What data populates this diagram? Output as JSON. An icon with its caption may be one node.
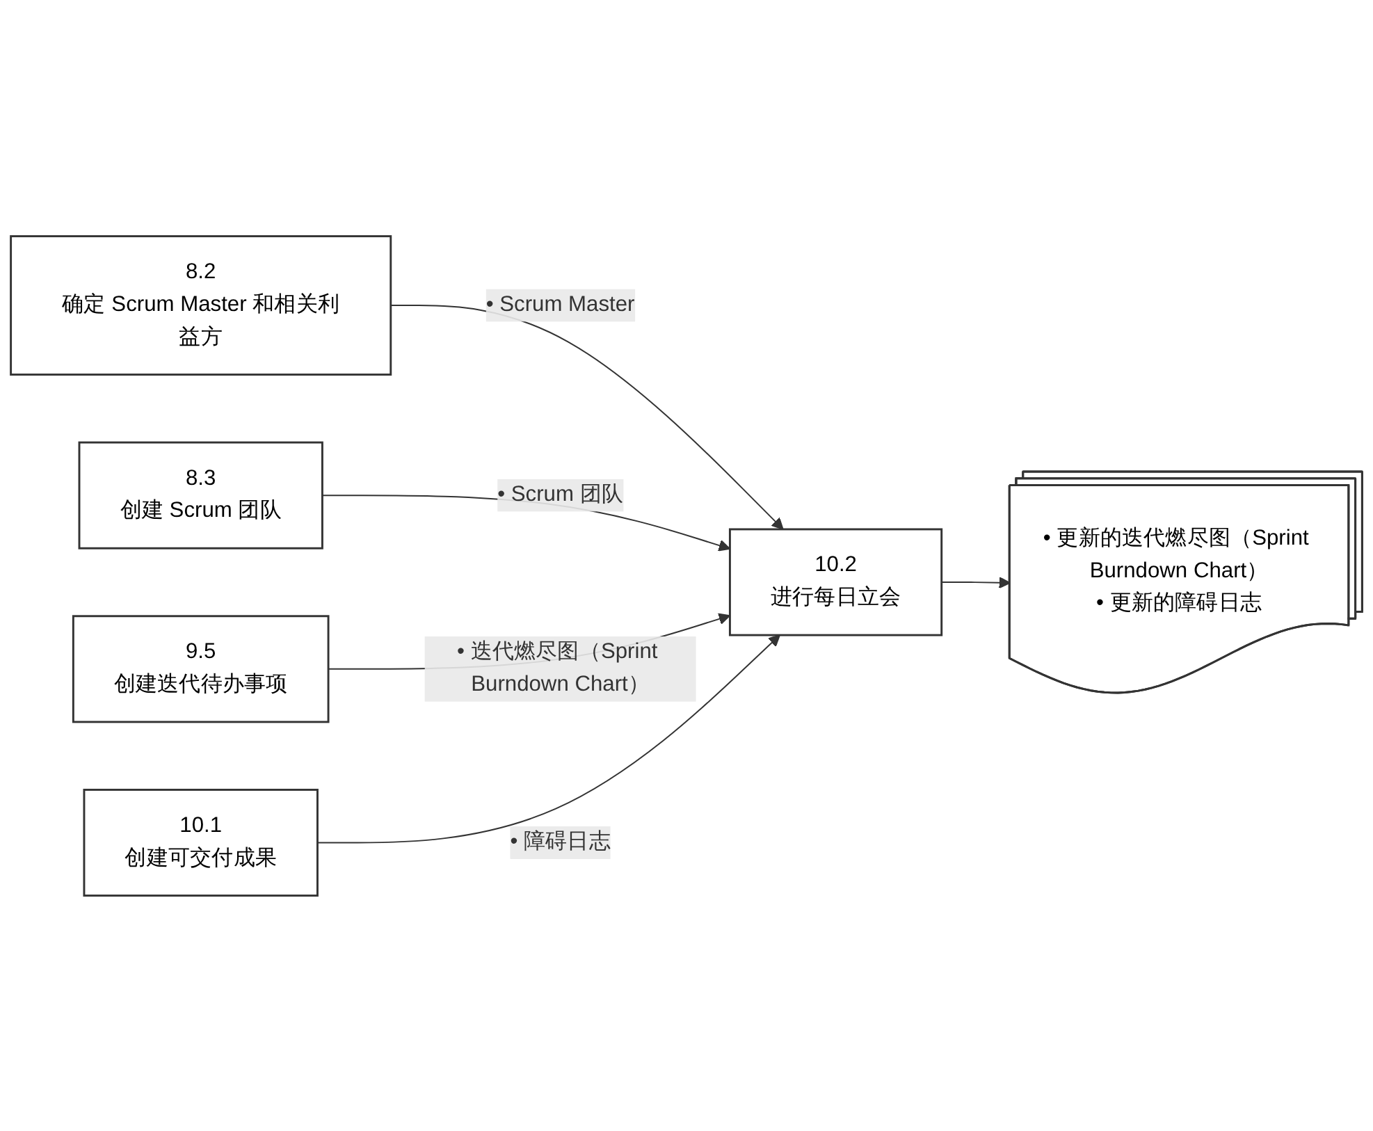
{
  "diagram": {
    "nodes": [
      {
        "text": [
          "8.2",
          "确定 Scrum Master 和相关利益方"
        ]
      },
      {
        "text": [
          "8.3",
          "创建 Scrum 团队"
        ]
      },
      {
        "text": [
          "9.5",
          "创建迭代待办事项"
        ]
      },
      {
        "text": [
          "10.1",
          "创建可交付成果"
        ]
      },
      {
        "text": [
          "10.2",
          "进行每日立会"
        ]
      },
      {
        "text": [
          "• 更新的迭代燃尽图（Sprint Burndown Chart）",
          "• 更新的障碍日志"
        ]
      }
    ],
    "edges": [
      {
        "from": 0,
        "to": 4,
        "arrow": "to",
        "label": "• Scrum Master"
      },
      {
        "from": 1,
        "to": 4,
        "arrow": "to",
        "label": "• Scrum 团队"
      },
      {
        "from": 2,
        "to": 4,
        "arrow": "to",
        "label": "• 迭代燃尽图（Sprint Burndown Chart）"
      },
      {
        "from": 3,
        "to": 4,
        "arrow": "to",
        "label": "• 障碍日志"
      },
      {
        "from": 4,
        "to": 5,
        "arrow": "to"
      }
    ]
  }
}
